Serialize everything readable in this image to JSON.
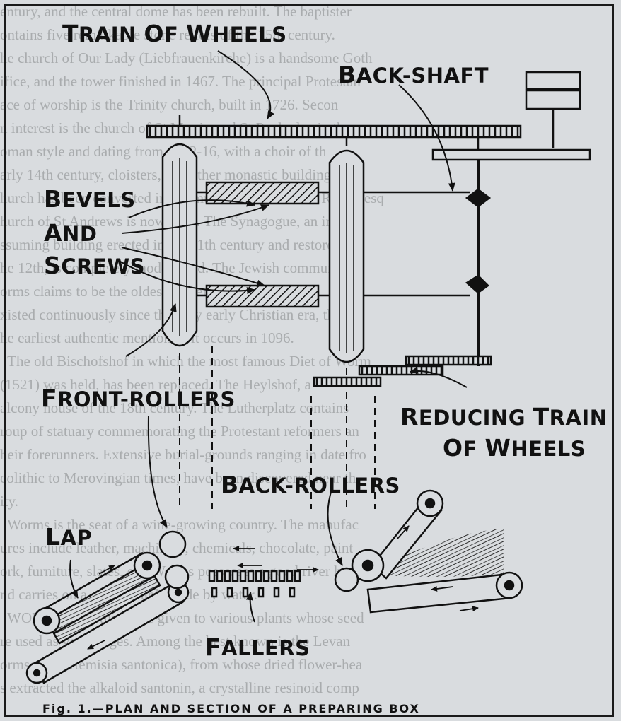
{
  "labels": {
    "train_of_wheels": "Train of Wheels",
    "back_shaft": "Back-shaft",
    "bevels": "Bevels",
    "and": "and",
    "screws": "Screws",
    "front_rollers": "Front-rollers",
    "reducing_train_line1": "Reducing Train",
    "reducing_train_line2": "of Wheels",
    "back_rollers": "Back-rollers",
    "lap": "Lap",
    "fallers": "Fallers"
  },
  "caption": "Fig. 1.—plan and section of a preparing box",
  "background_text": [
    "entury, and the central dome has been rebuilt. The baptister",
    "ontains five remarkable stone reliefs of the 15th century.",
    "he church of Our Lady (Liebfrauenkirche) is a handsome Goth",
    "ifice, and the tower finished in 1467. The principal Protestan",
    "ace of worship is the Trinity church, built in 1726. Secon",
    "n interest is the church of St Martin and St Paul, also in th",
    "oman style and dating from 1702-16, with a choir of th",
    "arly 14th century, cloisters, and other monastic buildings. Th",
    "hurch has been converted into a museum. Of the later Romanesq",
    "hurch of St Andrews is now used. The Synagogue, an in",
    "ssuming building erected in the 11th century and restored i",
    "he 12th, is completely modernized. The Jewish community o",
    "orms claims to be the oldest in Germany and to have",
    "xisted continuously since the very early Christian era, thoug",
    "he earliest authentic mention of it occurs in 1096.",
    "  The old Bischofshof in which the most famous Diet of Worm",
    "(1521) was held, has been replaced. The Heylshof, a",
    "alcony house of the 18th century. The Lutherplatz contains",
    "roup of statuary commemorating the Protestant reformers an",
    "heir forerunners. Extensive burial-grounds ranging in date fro",
    "eolithic to Merovingian times, have been discovered near th",
    "ity.",
    "  Worms is the seat of a wine-growing country. The manufac",
    "ures include leather, machinery, chemicals, chocolate, paint",
    "ork, furniture, slates, etc. Worms possesses a good river harbo",
    "nd carries on a considerable trade by water.",
    "  WORMSEED, the name given to various plants whose seed",
    "re used as vermifuges. Among the best known is the Levan",
    "ormseed (Artemisia santonica), from whose dried flower-hea",
    "s extracted the alkaloid santonin, a crystalline resinoid comp"
  ]
}
